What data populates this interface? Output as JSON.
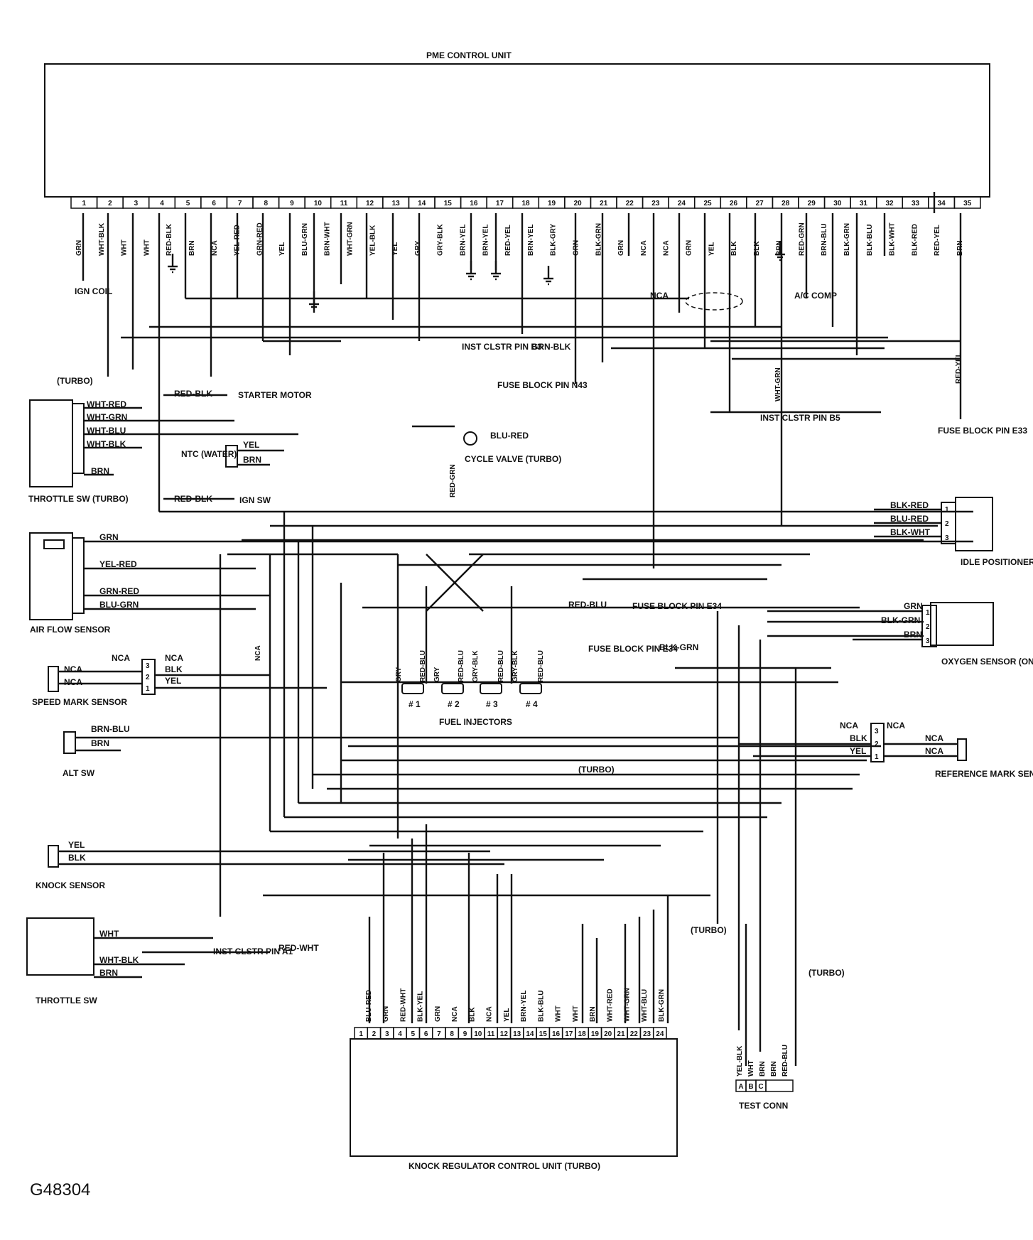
{
  "ecu": {
    "title": "PME CONTROL UNIT",
    "pins": [
      "1",
      "2",
      "3",
      "4",
      "5",
      "6",
      "7",
      "8",
      "9",
      "10",
      "11",
      "12",
      "13",
      "14",
      "15",
      "16",
      "17",
      "18",
      "19",
      "20",
      "21",
      "22",
      "23",
      "24",
      "25",
      "26",
      "27",
      "28",
      "29",
      "30",
      "31",
      "32",
      "33",
      "34",
      "35"
    ],
    "wires": [
      "GRN",
      "WHT-BLK",
      "WHT",
      "WHT",
      "RED-BLK",
      "BRN",
      "NCA",
      "YEL-RED",
      "GRN-RED",
      "YEL",
      "BLU-GRN",
      "BRN-WHT",
      "WHT-GRN",
      "YEL-BLK",
      "YEL",
      "GRY",
      "GRY-BLK",
      "BRN-YEL",
      "BRN-YEL",
      "RED-YEL",
      "BRN-YEL",
      "BLK-GRY",
      "GRN",
      "BLK-GRN",
      "GRN",
      "NCA",
      "NCA",
      "GRN",
      "YEL",
      "BLK",
      "BLK",
      "BRN",
      "RED-GRN",
      "BRN-BLU",
      "BLK-GRN",
      "BLK-BLU",
      "BLK-WHT",
      "BLK-RED",
      "RED-YEL",
      "BRN"
    ]
  },
  "knock_unit": {
    "title": "KNOCK REGULATOR CONTROL UNIT (TURBO)",
    "pins": [
      "1",
      "2",
      "3",
      "4",
      "5",
      "6",
      "7",
      "8",
      "9",
      "10",
      "11",
      "12",
      "13",
      "14",
      "15",
      "16",
      "17",
      "18",
      "19",
      "20",
      "21",
      "22",
      "23",
      "24"
    ],
    "wires": [
      "BLU-RED",
      "GRN",
      "RED-WHT",
      "BLK-YEL",
      "GRN",
      "NCA",
      "BLK",
      "NCA",
      "YEL",
      "BRN-YEL",
      "BLK-BLU",
      "WHT",
      "WHT",
      "BRN",
      "WHT-RED",
      "WHT-GRN",
      "WHT-BLU",
      "BLK-GRN"
    ]
  },
  "test_conn": {
    "title": "TEST CONN",
    "pins": [
      "A",
      "B",
      "C"
    ],
    "wires": [
      "YEL-BLK",
      "WHT",
      "BRN",
      "BRN",
      "RED-BLU"
    ]
  },
  "components": {
    "ign_coil": "IGN COIL",
    "starter": "STARTER MOTOR",
    "ntc": "NTC (WATER)",
    "ign_sw": "IGN SW",
    "throttle_sw_turbo": "THROTTLE SW (TURBO)",
    "air_flow": "AIR FLOW SENSOR",
    "speed_mark": "SPEED MARK SENSOR",
    "alt_sw": "ALT SW",
    "knock_sensor": "KNOCK SENSOR",
    "throttle_sw": "THROTTLE SW",
    "cycle_valve": "CYCLE VALVE (TURBO)",
    "fuel_injectors": "FUEL INJECTORS",
    "idle_positioner": "IDLE POSITIONER",
    "oxygen_sensor": "OXYGEN SENSOR (ONLY CATALYST CARS)",
    "ref_mark": "REFERENCE MARK SENS",
    "ac_comp": "A/C COMP",
    "inst_clstr_b3": "INST CLSTR PIN B3",
    "inst_clstr_b5": "INST CLSTR PIN B5",
    "inst_clstr_a1": "INST CLSTR PIN A1",
    "fuse_n43": "FUSE BLOCK PIN N43",
    "fuse_e33": "FUSE BLOCK PIN E33",
    "fuse_e34_a": "FUSE BLOCK PIN E34",
    "fuse_e34_b": "FUSE BLOCK PIN E34"
  },
  "wire_labels": {
    "turbo": "(TURBO)",
    "nca": "NCA",
    "grn": "GRN",
    "yel": "YEL",
    "blk": "BLK",
    "brn": "BRN",
    "wht": "WHT",
    "red_blk": "RED-BLK",
    "red_yel": "RED-YEL",
    "red_blu": "RED-BLU",
    "red_wht": "RED-WHT",
    "wht_red": "WHT-RED",
    "wht_grn": "WHT-GRN",
    "wht_blu": "WHT-BLU",
    "wht_blk": "WHT-BLK",
    "yel_red": "YEL-RED",
    "grn_red": "GRN-RED",
    "blu_grn": "BLU-GRN",
    "blu_red": "BLU-RED",
    "brn_blu": "BRN-BLU",
    "grn_blk": "GRN-BLK",
    "blk_grn": "BLK-GRN",
    "blk_red": "BLK-RED",
    "blu_red_b": "BLU-RED",
    "blk_wht": "BLK-WHT",
    "red_grn": "RED-GRN",
    "gry": "GRY",
    "gry_blk": "GRY-BLK",
    "inj1": "# 1",
    "inj2": "# 2",
    "inj3": "# 3",
    "inj4": "# 4",
    "c1": "1",
    "c2": "2",
    "c3": "3"
  },
  "figure_id": "G48304"
}
